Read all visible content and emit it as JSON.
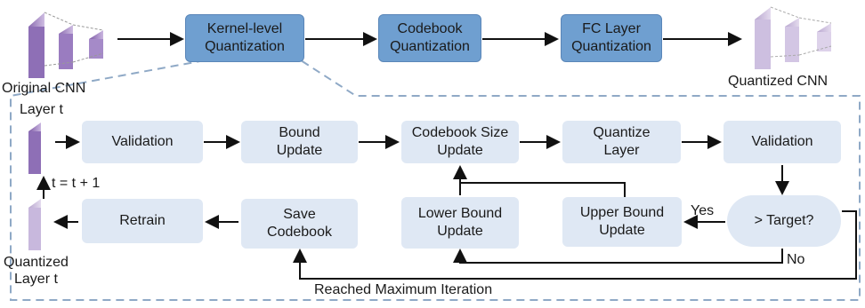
{
  "pipeline": {
    "input_label": "Original CNN",
    "output_label": "Quantized CNN",
    "stage1": "Kernel-level\nQuantization",
    "stage2": "Codebook\nQuantization",
    "stage3": "FC Layer\nQuantization"
  },
  "detail": {
    "layer_in_label": "Layer t",
    "layer_out_label": "Quantized\nLayer t",
    "increment_label": "t = t + 1",
    "validation1": "Validation",
    "bound_update": "Bound\nUpdate",
    "codebook_size_update": "Codebook Size\nUpdate",
    "quantize_layer": "Quantize\nLayer",
    "validation2": "Validation",
    "decision": "> Target?",
    "upper_bound_update": "Upper Bound\nUpdate",
    "lower_bound_update": "Lower Bound\nUpdate",
    "save_codebook": "Save\nCodebook",
    "retrain": "Retrain",
    "yes_label": "Yes",
    "no_label": "No",
    "max_iter_label": "Reached Maximum Iteration"
  },
  "colors": {
    "top_box": "#6f9fd0",
    "light_box": "#dfe8f4",
    "dashed_border": "#8fa9c6",
    "layer_purple": "#a48cc4"
  }
}
